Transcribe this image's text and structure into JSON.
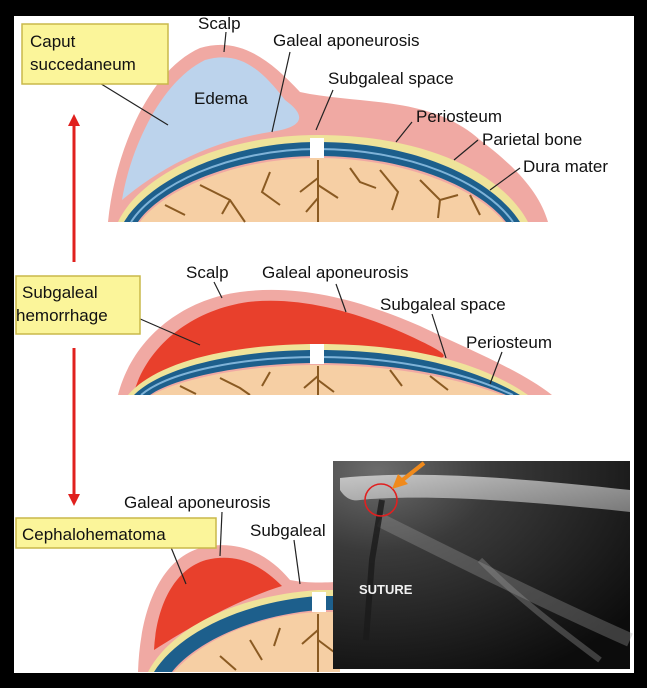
{
  "panels": {
    "caput": {
      "box_lines": [
        "Caput",
        "succedaneum"
      ],
      "fluid_label": "Edema",
      "labels": {
        "scalp": "Scalp",
        "galeal": "Galeal aponeurosis",
        "subgaleal_space": "Subgaleal space",
        "periosteum": "Periosteum",
        "parietal_bone": "Parietal bone",
        "dura_mater": "Dura mater"
      }
    },
    "subgaleal": {
      "box_lines": [
        "Subgaleal",
        "hemorrhage"
      ],
      "labels": {
        "scalp": "Scalp",
        "galeal": "Galeal aponeurosis",
        "subgaleal_space": "Subgaleal space",
        "periosteum": "Periosteum"
      }
    },
    "cephalo": {
      "box_lines": [
        "Cephalohematoma"
      ],
      "labels": {
        "galeal": "Galeal aponeurosis",
        "subgaleal_partial": "Subgaleal"
      }
    }
  },
  "ultrasound": {
    "suture_label": "SUTURE"
  },
  "colors": {
    "background": "#000000",
    "panel": "#ffffff",
    "label_box": "#fbf59a",
    "label_box_border": "#c9b84a",
    "scalp": "#f0a9a3",
    "edema": "#bcd3ec",
    "hemorrhage": "#e8402c",
    "bone": "#1d5f8c",
    "periosteum": "#efe39a",
    "brain": "#f6cfa4",
    "vessel": "#8a5a22",
    "arrow_red": "#e0201e",
    "arrow_orange": "#f08a1c",
    "circle_red": "#e02020"
  }
}
